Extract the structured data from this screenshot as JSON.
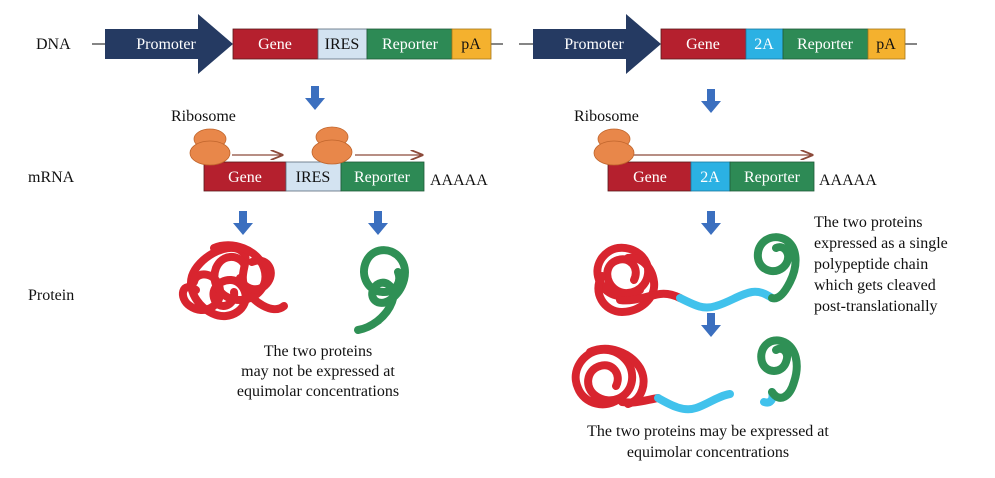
{
  "row_labels": {
    "dna": "DNA",
    "mrna": "mRNA",
    "protein": "Protein"
  },
  "left": {
    "dna": {
      "promoter": "Promoter",
      "gene": "Gene",
      "ires": "IRES",
      "reporter": "Reporter",
      "pa": "pA"
    },
    "ribosome": "Ribosome",
    "mrna": {
      "gene": "Gene",
      "ires": "IRES",
      "reporter": "Reporter",
      "polya": "AAAAA"
    },
    "caption": [
      "The two proteins",
      "may not be expressed at",
      "equimolar concentrations"
    ]
  },
  "right": {
    "dna": {
      "promoter": "Promoter",
      "gene": "Gene",
      "t2a": "2A",
      "reporter": "Reporter",
      "pa": "pA"
    },
    "ribosome": "Ribosome",
    "mrna": {
      "gene": "Gene",
      "t2a": "2A",
      "reporter": "Reporter",
      "polya": "AAAAA"
    },
    "side_note": [
      "The two proteins",
      "expressed as a single",
      "polypeptide chain",
      "which gets cleaved",
      "post-translationally"
    ],
    "caption": [
      "The two proteins may be expressed at",
      "equimolar concentrations"
    ]
  },
  "colors": {
    "promoter": "#253a62",
    "gene": "#b5202e",
    "ires": "#d3e3f1",
    "reporter": "#2d8a55",
    "pa": "#f4b12e",
    "t2a": "#2bb1e3",
    "ribosome": "#e8874a",
    "arrow_blue": "#3b6fbf",
    "protein_red": "#d8252f",
    "protein_green": "#2f9055",
    "linker_blue": "#41c2ec",
    "mrna_arrow": "#8c4a3a"
  }
}
